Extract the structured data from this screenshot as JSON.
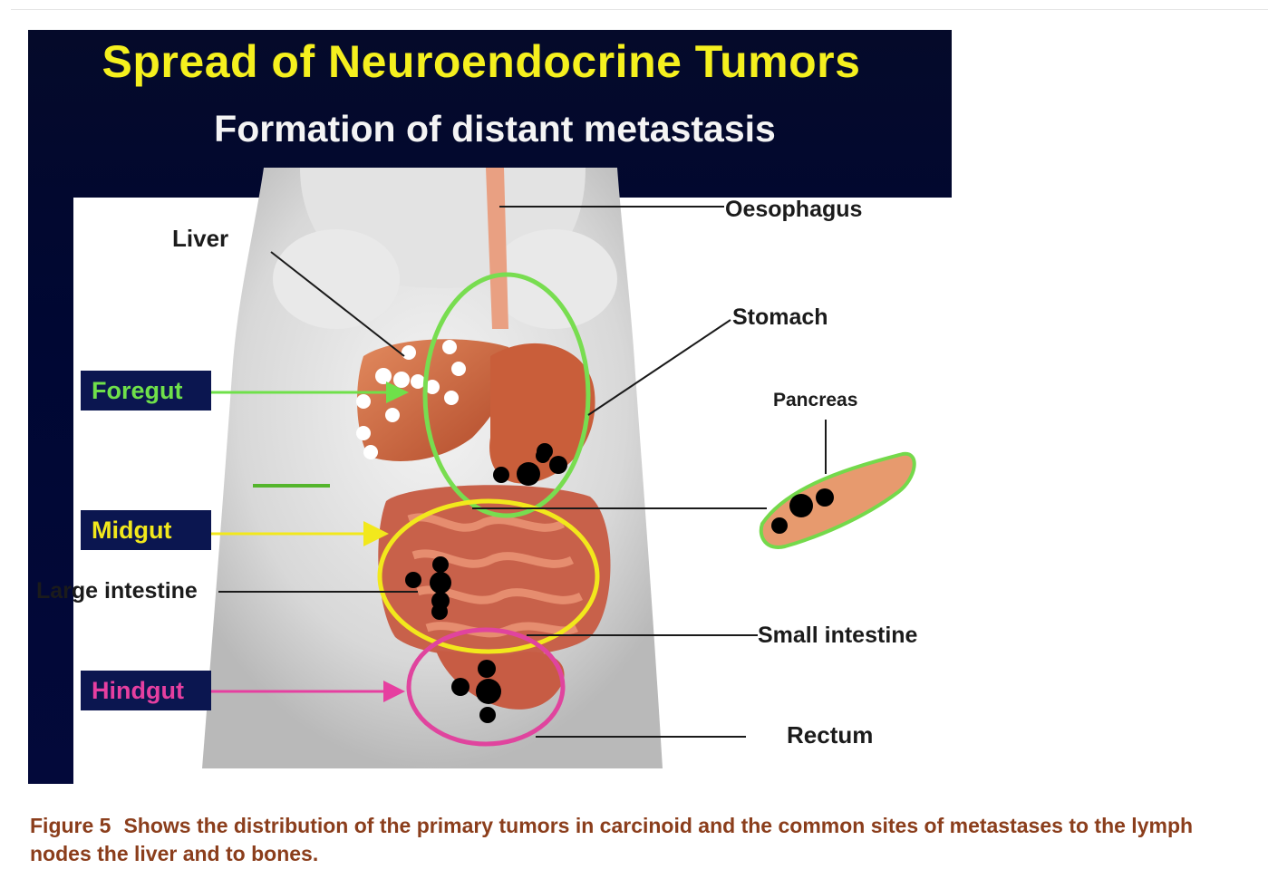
{
  "slide": {
    "title": "Spread of Neuroendocrine Tumors",
    "subtitle": "Formation of distant metastasis"
  },
  "labels": {
    "oesophagus": "Oesophagus",
    "liver": "Liver",
    "stomach": "Stomach",
    "pancreas": "Pancreas",
    "large_intestine": "Large intestine",
    "small_intestine": "Small intestine",
    "rectum": "Rectum"
  },
  "regions": {
    "foregut": {
      "label": "Foregut",
      "color": "#6fe04a"
    },
    "midgut": {
      "label": "Midgut",
      "color": "#f2e81c"
    },
    "hindgut": {
      "label": "Hindgut",
      "color": "#e63fa0"
    }
  },
  "colors": {
    "slide_background": "#000733",
    "title": "#f5f01e",
    "caption": "#8b3e1c",
    "tumor_dots": "#000000",
    "liver_metastases": "#ffffff"
  },
  "caption": {
    "figure": "Figure 5",
    "text": "Shows the distribution of the primary tumors in carcinoid and the common sites of metastases to the lymph nodes the liver and to bones."
  }
}
